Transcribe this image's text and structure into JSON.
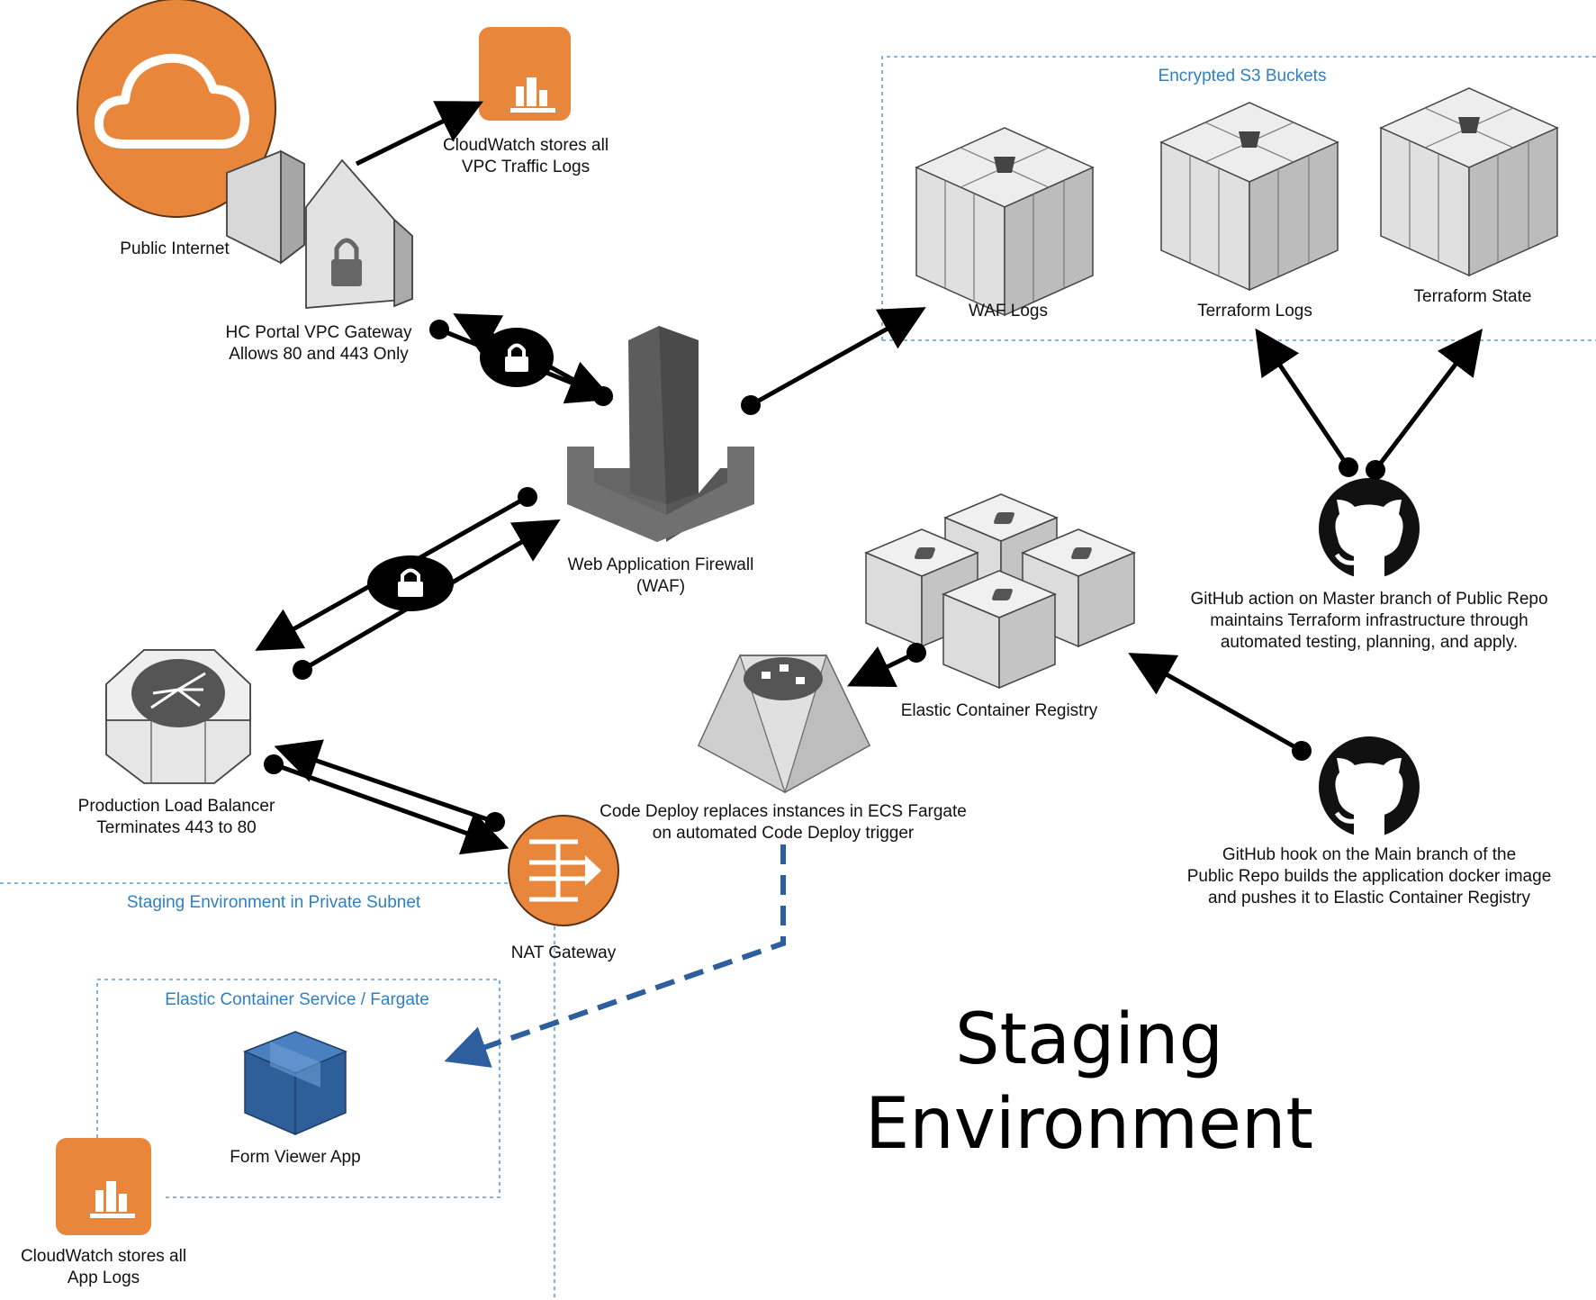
{
  "title_line1": "Staging",
  "title_line2": "Environment",
  "groups": {
    "s3": "Encrypted S3 Buckets",
    "staging_subnet": "Staging Environment in Private Subnet",
    "ecs": "Elastic Container Service / Fargate"
  },
  "nodes": {
    "public_internet": "Public Internet",
    "cloudwatch_vpc": [
      "CloudWatch stores all",
      "VPC Traffic Logs"
    ],
    "vpc_gateway": [
      "HC Portal VPC Gateway",
      "Allows 80 and 443 Only"
    ],
    "waf": [
      "Web Application Firewall",
      "(WAF)"
    ],
    "waf_logs": "WAF Logs",
    "terraform_logs": "Terraform Logs",
    "terraform_state": "Terraform State",
    "github_action": [
      "GitHub action on Master branch of Public Repo",
      "maintains Terraform infrastructure through",
      "automated testing, planning, and apply."
    ],
    "ecr": "Elastic Container Registry",
    "load_balancer": [
      "Production Load Balancer",
      "Terminates 443 to 80"
    ],
    "code_deploy": [
      "Code Deploy replaces instances in ECS Fargate",
      "on automated Code Deploy trigger"
    ],
    "github_hook": [
      "GitHub hook on the Main branch of the",
      "Public Repo builds the application docker image",
      "and pushes it to Elastic Container Registry"
    ],
    "nat_gateway": "NAT Gateway",
    "form_viewer": "Form Viewer App",
    "cloudwatch_app": [
      "CloudWatch stores all",
      "App Logs"
    ]
  },
  "colors": {
    "aws_orange": "#e8873b",
    "group_border": "#5a9fd4",
    "group_text": "#2f7fc1",
    "dashed_arrow": "#2d5f9e",
    "ecs_blue": "#2f5f99",
    "gray_dark": "#5f5f5f",
    "gray_light": "#e2e2e2"
  },
  "icons": [
    "cloud-icon",
    "cloudwatch-icon",
    "vpc-gateway-icon",
    "lock-icon",
    "waf-icon",
    "s3-bucket-icon",
    "github-icon",
    "ecr-icon",
    "load-balancer-icon",
    "code-deploy-icon",
    "nat-gateway-icon",
    "ecs-fargate-icon"
  ]
}
